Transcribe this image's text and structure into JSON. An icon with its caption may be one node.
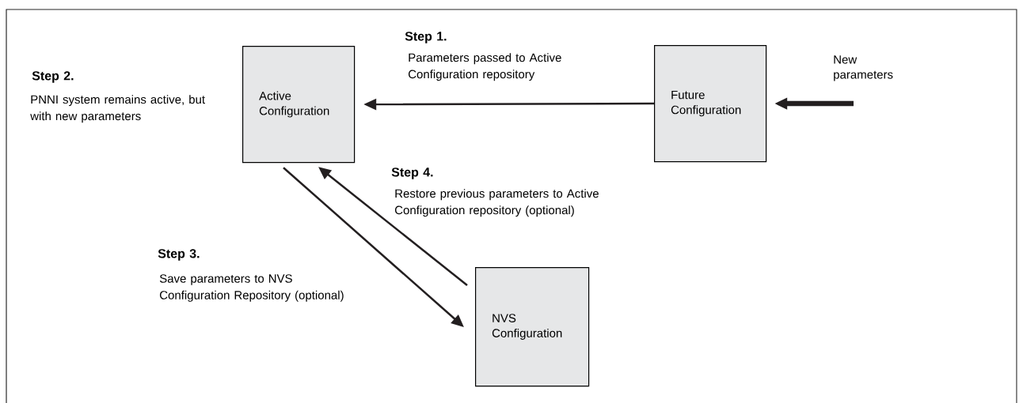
{
  "diagram": {
    "nodes": [
      {
        "text": [
          "Active Configuration"
        ]
      },
      {
        "text": [
          "Future Configuration"
        ]
      },
      {
        "text": [
          "NVS Configuration"
        ]
      }
    ],
    "edges": [
      {
        "from": 1,
        "to": 0,
        "arrow": "to"
      },
      {
        "from": null,
        "to": 1,
        "arrow": "to",
        "label": "New parameters",
        "style": "thick"
      },
      {
        "from": 0,
        "to": 2,
        "arrow": "to"
      },
      {
        "from": 2,
        "to": 0,
        "arrow": "to"
      }
    ],
    "labels": [
      "Step 1.",
      "Parameters passed to Active Configuration repository",
      "Step 2.",
      "PNNI system remains active, but with new parameters",
      "Step 4.",
      "Restore previous parameters to Active Configuration repository (optional)",
      "Step 3.",
      "Save parameters to NVS Configuration Repository (optional)"
    ]
  }
}
